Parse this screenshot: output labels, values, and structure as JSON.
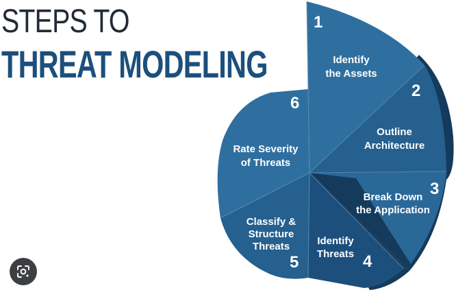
{
  "title": {
    "line1": "STEPS TO",
    "line2": "THREAT MODELING"
  },
  "steps": [
    {
      "number": "1",
      "label_line1": "Identify",
      "label_line2": "the Assets"
    },
    {
      "number": "2",
      "label_line1": "Outline",
      "label_line2": "Architecture"
    },
    {
      "number": "3",
      "label_line1": "Break Down",
      "label_line2": "the Application"
    },
    {
      "number": "4",
      "label_line1": "Identify",
      "label_line2": "Threats"
    },
    {
      "number": "5",
      "label_line1": "Classify &",
      "label_line2": "Structure",
      "label_line3": "Threats"
    },
    {
      "number": "6",
      "label_line1": "Rate Severity",
      "label_line2": "of Threats"
    }
  ],
  "colors": {
    "title_dark": "#222a35",
    "title_blue": "#1c4f7c",
    "segment_light": "#2f6fa0",
    "segment_mid": "#25608f",
    "segment_dark": "#1c4f7c",
    "segment_shadow": "#143a5c"
  },
  "icons": {
    "lens": "google-lens-icon"
  }
}
